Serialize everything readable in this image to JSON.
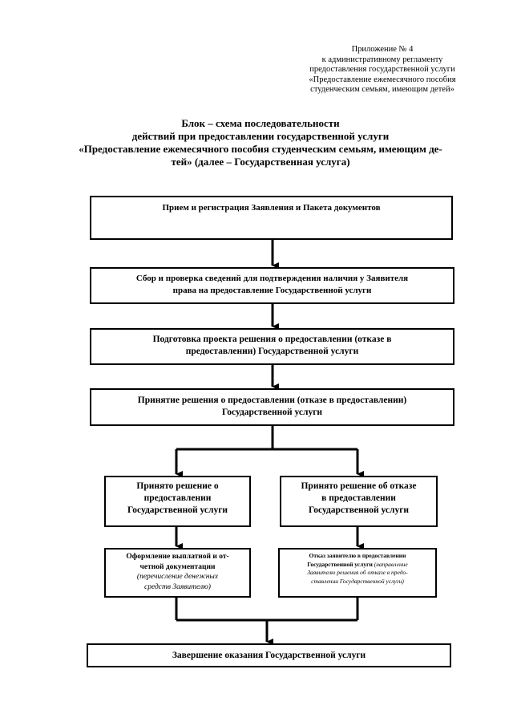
{
  "appendix": {
    "lines": [
      "Приложение № 4",
      "к административному регламенту",
      "предоставления государственной услуги",
      "«Предоставление ежемесячного пособия",
      "студенческим семьям, имеющим детей»"
    ]
  },
  "title": {
    "lines": [
      "Блок – схема последовательности",
      "действий при предоставлении государственной услуги",
      "«Предоставление  ежемесячного пособия студенческим семьям, имеющим де-",
      "тей» (далее – Государственная услуга)"
    ]
  },
  "flow": {
    "step1": {
      "lines": [
        "Прием и регистрация Заявления и Пакета документов"
      ]
    },
    "step2": {
      "lines": [
        "Сбор и проверка сведений для подтверждения наличия у Заявителя",
        "права  на предоставление Государственной услуги"
      ]
    },
    "step3": {
      "lines": [
        "Подготовка проекта решения о предоставлении (отказе в",
        "предоставлении) Государственной услуги"
      ]
    },
    "step4": {
      "lines": [
        "Принятие решения о предоставлении (отказе в предоставлении)",
        "Государственной услуги"
      ]
    },
    "approved": {
      "lines": [
        "Принято решение о",
        "предоставлении",
        "Государственной услуги"
      ]
    },
    "refused": {
      "lines": [
        "Принято решение об отказе",
        "в  предоставлении",
        "Государственной услуги"
      ]
    },
    "payment": {
      "lines": [
        "Оформление выплатной и от-",
        "четной документации"
      ],
      "note_lines": [
        "(перечисление денежных",
        "средств Заявителю)"
      ]
    },
    "refusal_notice": {
      "main": "Отказ заявителю в предоставлении",
      "line2_plain": "Государственной услуги ",
      "line2_note": "(направление",
      "note_lines": [
        "Заявителю решения об отказе в предо-",
        "ставлении Государственной услуги)"
      ]
    },
    "final": {
      "lines": [
        "Завершение оказания Государственной услуги"
      ]
    }
  }
}
